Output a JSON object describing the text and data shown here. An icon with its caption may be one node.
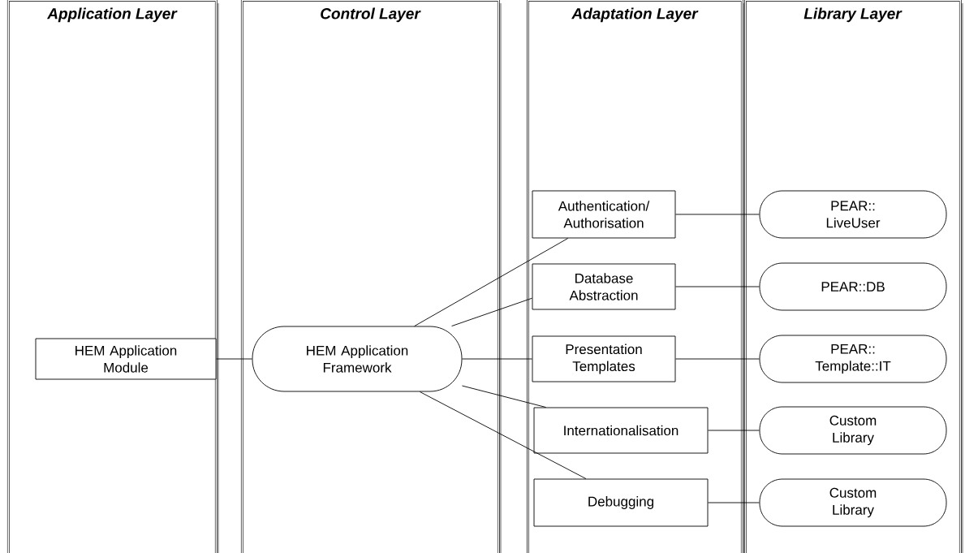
{
  "diagram": {
    "nodes": [
      {
        "text": [
          "Application Layer"
        ]
      },
      {
        "text": [
          "Control Layer"
        ]
      },
      {
        "text": [
          "Adaptation Layer"
        ]
      },
      {
        "text": [
          "Library Layer"
        ]
      },
      {
        "text": [
          "HEM Application Module"
        ],
        "in": 0
      },
      {
        "text": [
          "HEM Application Framework"
        ],
        "in": 1
      },
      {
        "text": [
          "Authentication/ Authorisation"
        ],
        "in": 2
      },
      {
        "text": [
          "Database Abstraction"
        ],
        "in": 2
      },
      {
        "text": [
          "Presentation Templates"
        ],
        "in": 2
      },
      {
        "text": [
          "Internationalisation"
        ],
        "in": 2
      },
      {
        "text": [
          "Debugging"
        ],
        "in": 2
      },
      {
        "text": [
          "PEAR:: LiveUser"
        ],
        "in": 3
      },
      {
        "text": [
          "PEAR::DB"
        ],
        "in": 3
      },
      {
        "text": [
          "PEAR:: Template::IT"
        ],
        "in": 3
      },
      {
        "text": [
          "Custom Library"
        ],
        "in": 3
      },
      {
        "text": [
          "Custom Library"
        ],
        "in": 3
      }
    ],
    "edges": [
      {
        "from": 4,
        "to": 5,
        "arrow": "none"
      },
      {
        "from": 5,
        "to": 6,
        "arrow": "none"
      },
      {
        "from": 5,
        "to": 7,
        "arrow": "none"
      },
      {
        "from": 5,
        "to": 8,
        "arrow": "none"
      },
      {
        "from": 5,
        "to": 9,
        "arrow": "none"
      },
      {
        "from": 5,
        "to": 10,
        "arrow": "none"
      },
      {
        "from": 6,
        "to": 11,
        "arrow": "none"
      },
      {
        "from": 7,
        "to": 12,
        "arrow": "none"
      },
      {
        "from": 8,
        "to": 13,
        "arrow": "none"
      },
      {
        "from": 9,
        "to": 14,
        "arrow": "none"
      },
      {
        "from": 10,
        "to": 15,
        "arrow": "none"
      }
    ]
  }
}
